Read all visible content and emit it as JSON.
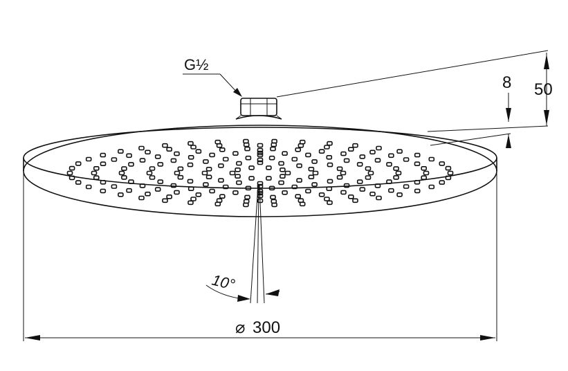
{
  "drawing": {
    "thread_label": "G½",
    "height_large_label": "50",
    "height_small_label": "8",
    "spray_angle_label": "10°",
    "diameter_symbol": "⌀",
    "diameter_value": "300"
  },
  "colors": {
    "ink": "#111111",
    "background": "#ffffff"
  }
}
